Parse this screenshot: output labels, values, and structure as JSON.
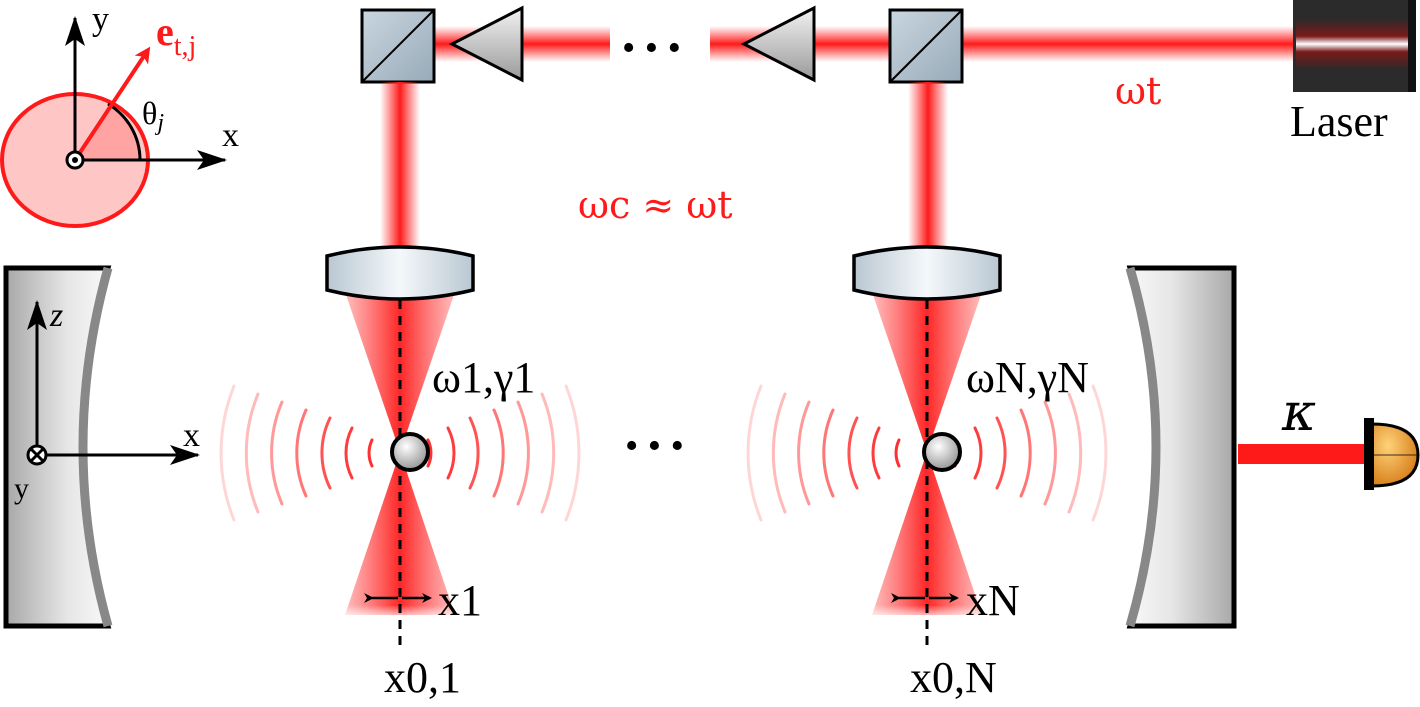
{
  "labels": {
    "laser": "Laser",
    "omega_t": "ωt",
    "omega_c_approx": "ωc ≈ ωt",
    "omega1_gamma1": "ω1,γ1",
    "omegaN_gammaN": "ωN,γN",
    "x1": "x1",
    "xN": "xN",
    "x01": "x0,1",
    "x0N": "x0,N",
    "kappa": "κ",
    "ellipsis": "• • •",
    "axis_x": "x",
    "axis_y": "y",
    "axis_z": "z",
    "e_vec": "e",
    "e_sub": "t,j",
    "theta": "θ",
    "theta_sub": "j"
  },
  "colors": {
    "beam_red": "#ff1a1a",
    "mirror_gray": "#c8c8c8",
    "lens_blue": "#dbe6ee",
    "detector_orange": "#f5a623"
  }
}
